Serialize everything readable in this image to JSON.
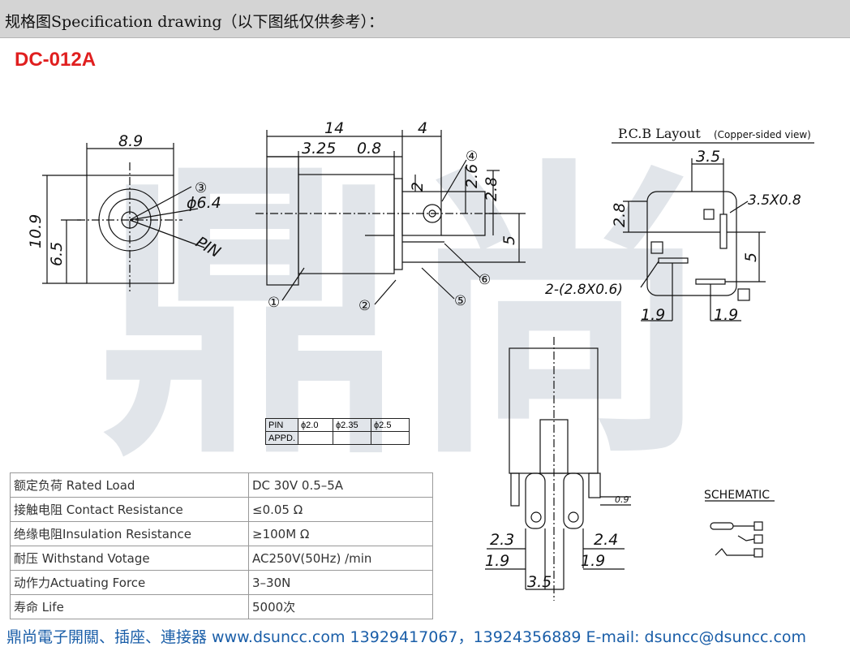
{
  "header": {
    "title": "规格图Specification drawing（以下图纸仅供参考）："
  },
  "model": "DC-012A",
  "watermark": "鼎尚",
  "front_view": {
    "width": "8.9",
    "height": "10.9",
    "offset": "6.5",
    "diameter": "ϕ6.4",
    "pin": "PIN",
    "callout": "③"
  },
  "side_view": {
    "length": "14",
    "tail": "4",
    "seg1": "3.25",
    "seg2": "0.8",
    "h1": "2",
    "h2": "2.6",
    "h3": "2.8",
    "h4": "5",
    "callouts": [
      "①",
      "②",
      "④",
      "⑤",
      "⑥"
    ]
  },
  "pcb": {
    "title": "P.C.B Layout",
    "subtitle": "(Copper-sided view)",
    "top": "3.5",
    "pad": "3.5X0.8",
    "left": "2.8",
    "right": "5",
    "slots": "2-(2.8X0.6)",
    "bottom_left": "1.9",
    "bottom_right": "1.9"
  },
  "bottom_view": {
    "thickness": "0.9",
    "left": "2.3",
    "right": "2.4",
    "bl": "1.9",
    "br": "1.9",
    "span": "3.5"
  },
  "schematic": {
    "title": "SCHEMATIC"
  },
  "pin_table": {
    "row1": [
      "PIN",
      "ϕ2.0",
      "ϕ2.35",
      "ϕ2.5"
    ],
    "row2": [
      "APPD.",
      "",
      "",
      ""
    ]
  },
  "specs": [
    {
      "label": "额定负荷 Rated Load",
      "value": "DC 30V 0.5–5A"
    },
    {
      "label": "接触电阻 Contact Resistance",
      "value": "≤0.05 Ω"
    },
    {
      "label": "绝缘电阻Insulation Resistance",
      "value": "≥100M Ω"
    },
    {
      "label": "耐压 Withstand Votage",
      "value": "AC250V(50Hz) /min"
    },
    {
      "label": "动作力Actuating Force",
      "value": "3–30N"
    },
    {
      "label": "寿命 Life",
      "value": "5000次"
    }
  ],
  "footer": {
    "text": "鼎尚電子開關、插座、連接器 www.dsuncc.com 13929417067，13924356889 E-mail: dsuncc@dsuncc.com"
  }
}
